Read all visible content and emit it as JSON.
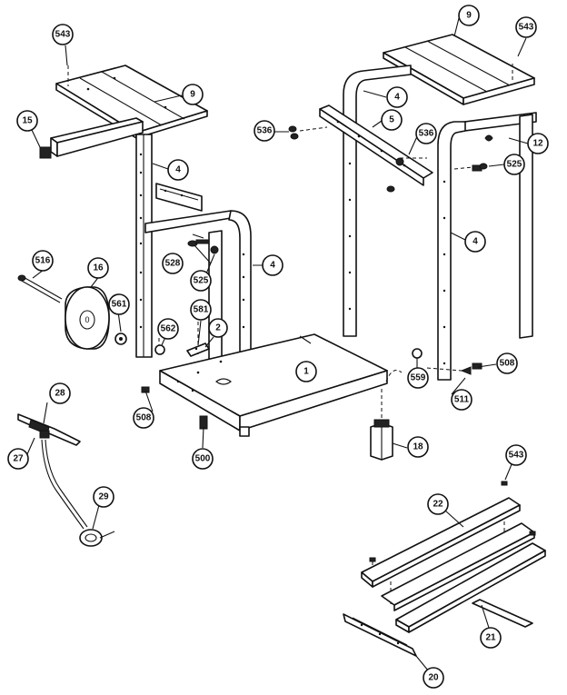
{
  "diagram": {
    "callouts": {
      "c543a": "543",
      "c543b": "543",
      "c543c": "543",
      "c9a": "9",
      "c9b": "9",
      "c15": "15",
      "c4a": "4",
      "c4b": "4",
      "c4c": "4",
      "c4d": "4",
      "c536a": "536",
      "c536b": "536",
      "c5": "5",
      "c12": "12",
      "c525a": "525",
      "c525b": "525",
      "c528": "528",
      "c516": "516",
      "c16": "16",
      "c561": "561",
      "c581": "581",
      "c562": "562",
      "c2": "2",
      "c1": "1",
      "c559": "559",
      "c508a": "508",
      "c508b": "508",
      "c511": "511",
      "c28": "28",
      "c27": "27",
      "c29": "29",
      "c500": "500",
      "c18": "18",
      "c22": "22",
      "c21": "21",
      "c20": "20"
    },
    "wheel_hub_label": "0"
  }
}
